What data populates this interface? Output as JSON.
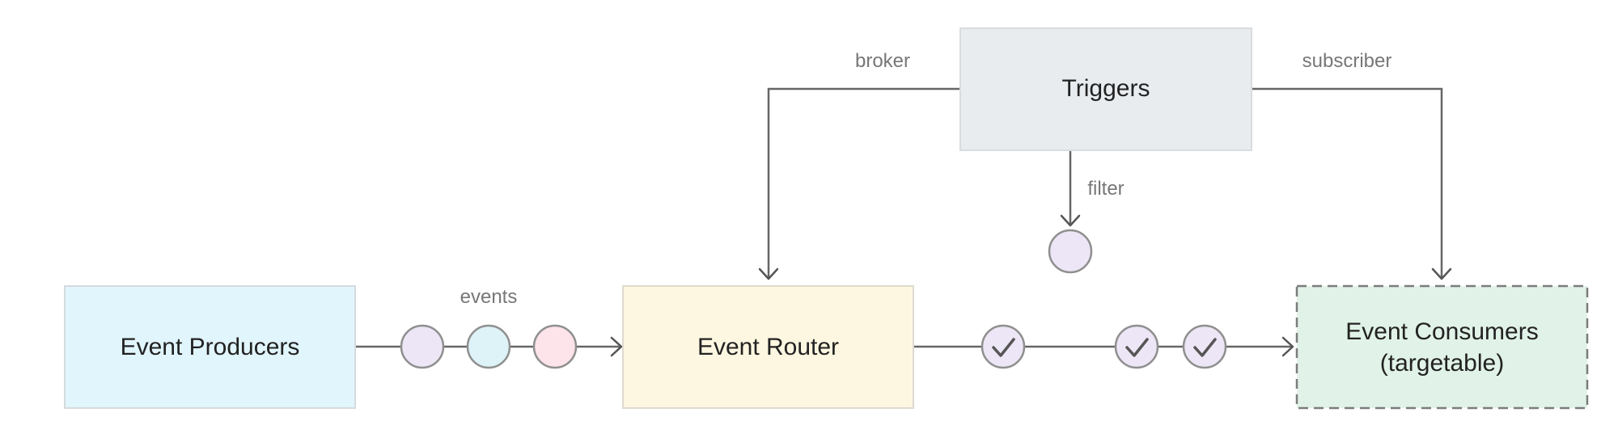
{
  "nodes": {
    "producers": {
      "label": "Event Producers",
      "fill": "#e1f5fc",
      "stroke": "#d6dadd"
    },
    "router": {
      "label": "Event Router",
      "fill": "#fdf7e1",
      "stroke": "#dedad0"
    },
    "triggers": {
      "label": "Triggers",
      "fill": "#e8ecef",
      "stroke": "#d8dcdf"
    },
    "consumers": {
      "label_line1": "Event Consumers",
      "label_line2": "(targetable)",
      "fill": "#e1f2e8",
      "stroke": "#7c7c7c"
    }
  },
  "edge_labels": {
    "events": "events",
    "broker": "broker",
    "subscriber": "subscriber",
    "filter": "filter"
  },
  "event_colors": {
    "lavender": "#ece6f6",
    "cyan": "#ddf3f8",
    "pink": "#fde3ea",
    "check_circle": "#ece6f6"
  },
  "icons": {
    "event": "circle",
    "delivered_event": "check-circle-icon",
    "arrow": "arrow-icon"
  }
}
